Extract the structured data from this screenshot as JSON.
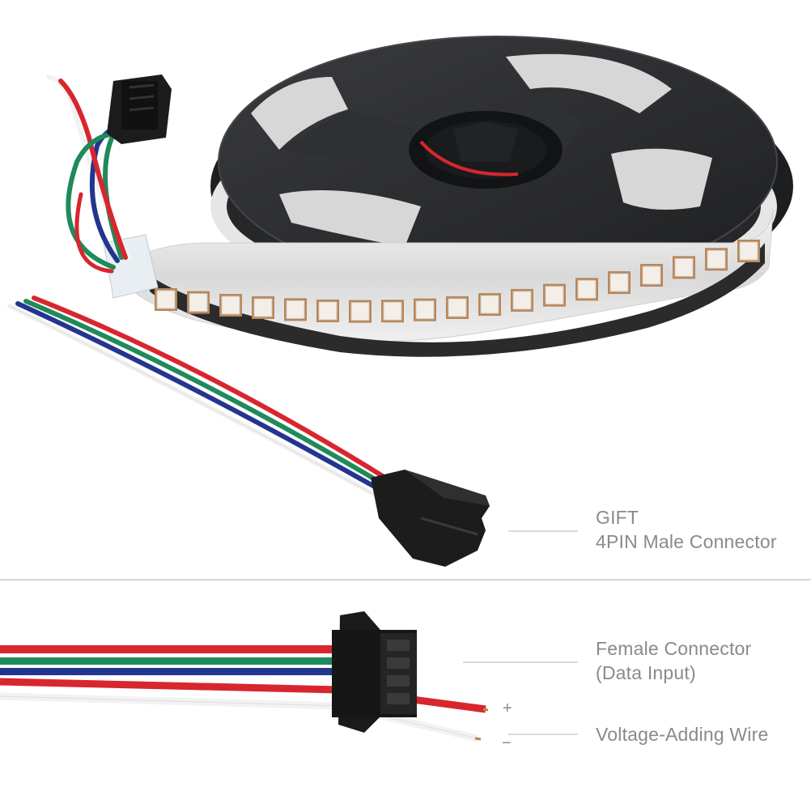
{
  "labels": {
    "gift_line1": "GIFT",
    "gift_line2": "4PIN Male Connector",
    "female_line1": "Female Connector",
    "female_line2": "(Data Input)",
    "plus": "+",
    "minus": "−",
    "voltage": "Voltage-Adding Wire"
  },
  "colors": {
    "background": "#ffffff",
    "label_text": "#8a8a8a",
    "reel": "#2b2c2e",
    "wire_red": "#d8262e",
    "wire_green": "#1f8a5a",
    "wire_blue": "#23358f",
    "wire_white": "#f2f2f2",
    "connector": "#1c1c1c",
    "divider": "#bdbdbd"
  },
  "icons": {
    "reel": "led-strip-reel",
    "connector_male": "4pin-male-connector",
    "connector_female": "4pin-female-connector"
  }
}
